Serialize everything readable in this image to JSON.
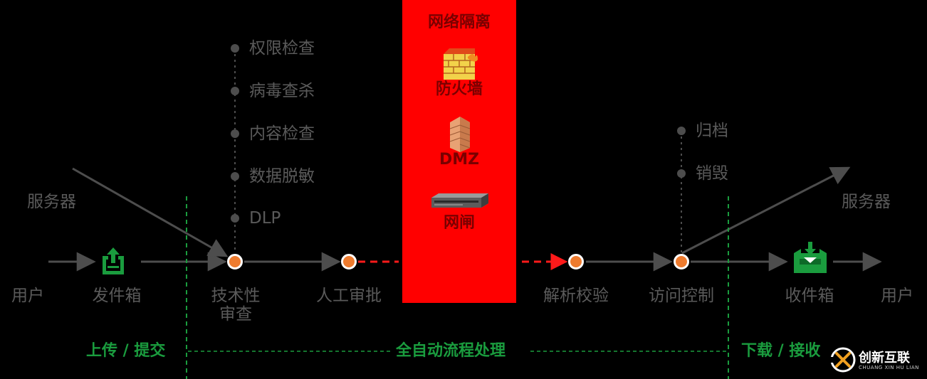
{
  "flow": {
    "user_left": "用户",
    "outbox": "发件箱",
    "server_left": "服务器",
    "tech_review": "技术性\n审查",
    "manual_approval": "人工审批",
    "parse_verify": "解析校验",
    "access_control": "访问控制",
    "inbox": "收件箱",
    "user_right": "用户",
    "server_right": "服务器"
  },
  "checks": [
    "权限检查",
    "病毒查杀",
    "内容检查",
    "数据脱敏",
    "DLP"
  ],
  "archive": [
    "归档",
    "销毁"
  ],
  "isolation": {
    "title": "网络隔离",
    "firewall": "防火墙",
    "dmz": "DMZ",
    "gateway": "网闸"
  },
  "phases": {
    "upload": "上传 / 提交",
    "auto": "全自动流程处理",
    "download": "下载 / 接收"
  },
  "logo": {
    "name": "创新互联",
    "sub": "CHUANG XIN HU LIAN"
  },
  "colors": {
    "background": "#000000",
    "isolation_zone": "#ff0000",
    "node": "#ee7b2e",
    "phase_green": "#1a9c3e",
    "text_gray": "#5a5a5a"
  },
  "icons": {
    "outbox": "outbox-upload-icon",
    "inbox": "inbox-download-icon",
    "firewall": "brick-firewall-icon",
    "dmz": "brick-wall-icon",
    "gateway": "server-rack-icon"
  }
}
